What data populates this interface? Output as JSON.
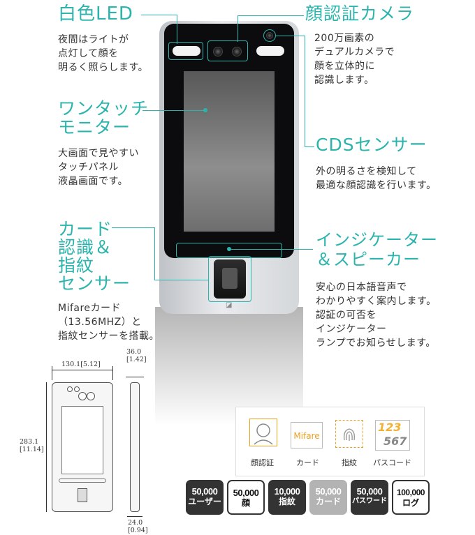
{
  "features": {
    "led": {
      "title": "白色LED",
      "desc": [
        "夜間はライトが",
        "点灯して顔を",
        "明るく照らします。"
      ]
    },
    "camera": {
      "title": "顔認証カメラ",
      "desc": [
        "200万画素の",
        "デュアルカメラで",
        "顔を立体的に",
        "認識します。"
      ]
    },
    "monitor": {
      "title": [
        "ワンタッチ",
        "モニター"
      ],
      "desc": [
        "大画面で見やすい",
        "タッチパネル",
        "液晶画面です。"
      ]
    },
    "cds": {
      "title": "CDSセンサー",
      "desc": [
        "外の明るさを検知して",
        "最適な顔認識を行います。"
      ]
    },
    "card": {
      "title": [
        "カード",
        "認識＆",
        "指紋",
        "センサー"
      ],
      "desc": [
        "Mifareカード",
        "（13.56MHZ）と",
        "指紋センサーを搭載。"
      ]
    },
    "indicator": {
      "title": [
        "インジケーター",
        "＆スピーカー"
      ],
      "desc": [
        "安心の日本語音声で",
        "わかりやすく案内します。",
        "認証の可否を",
        "インジケーター",
        "ランプでお知らせします。"
      ]
    }
  },
  "dimensions": {
    "width": "130.1",
    "width_in": "[5.12]",
    "height": "283.1",
    "height_in": "[11.14]",
    "depth": "36.0",
    "depth_in": "[1.42]",
    "depth_bottom": "24.0",
    "depth_bottom_in": "[0.94]"
  },
  "auth_methods": [
    {
      "label": "顔認証",
      "icon": "face-icon"
    },
    {
      "label": "カード",
      "icon": "card-icon",
      "mark": "Mifare"
    },
    {
      "label": "指紋",
      "icon": "fingerprint-icon"
    },
    {
      "label": "パスコード",
      "icon": "passcode-icon",
      "line1": "123",
      "line2": "567"
    }
  ],
  "capacities": [
    {
      "value": "50,000",
      "label": "ユーザー",
      "style": "dark"
    },
    {
      "value": "50,000",
      "label": "顔",
      "style": "light"
    },
    {
      "value": "10,000",
      "label": "指紋",
      "style": "dark"
    },
    {
      "value": "50,000",
      "label": "カード",
      "style": "grey"
    },
    {
      "value": "50,000",
      "label": "パスワード",
      "style": "dark"
    },
    {
      "value": "100,000",
      "label": "ログ",
      "style": "light"
    }
  ],
  "colors": {
    "accent": "#2bb4ad",
    "icon_orange": "#f0a020"
  }
}
